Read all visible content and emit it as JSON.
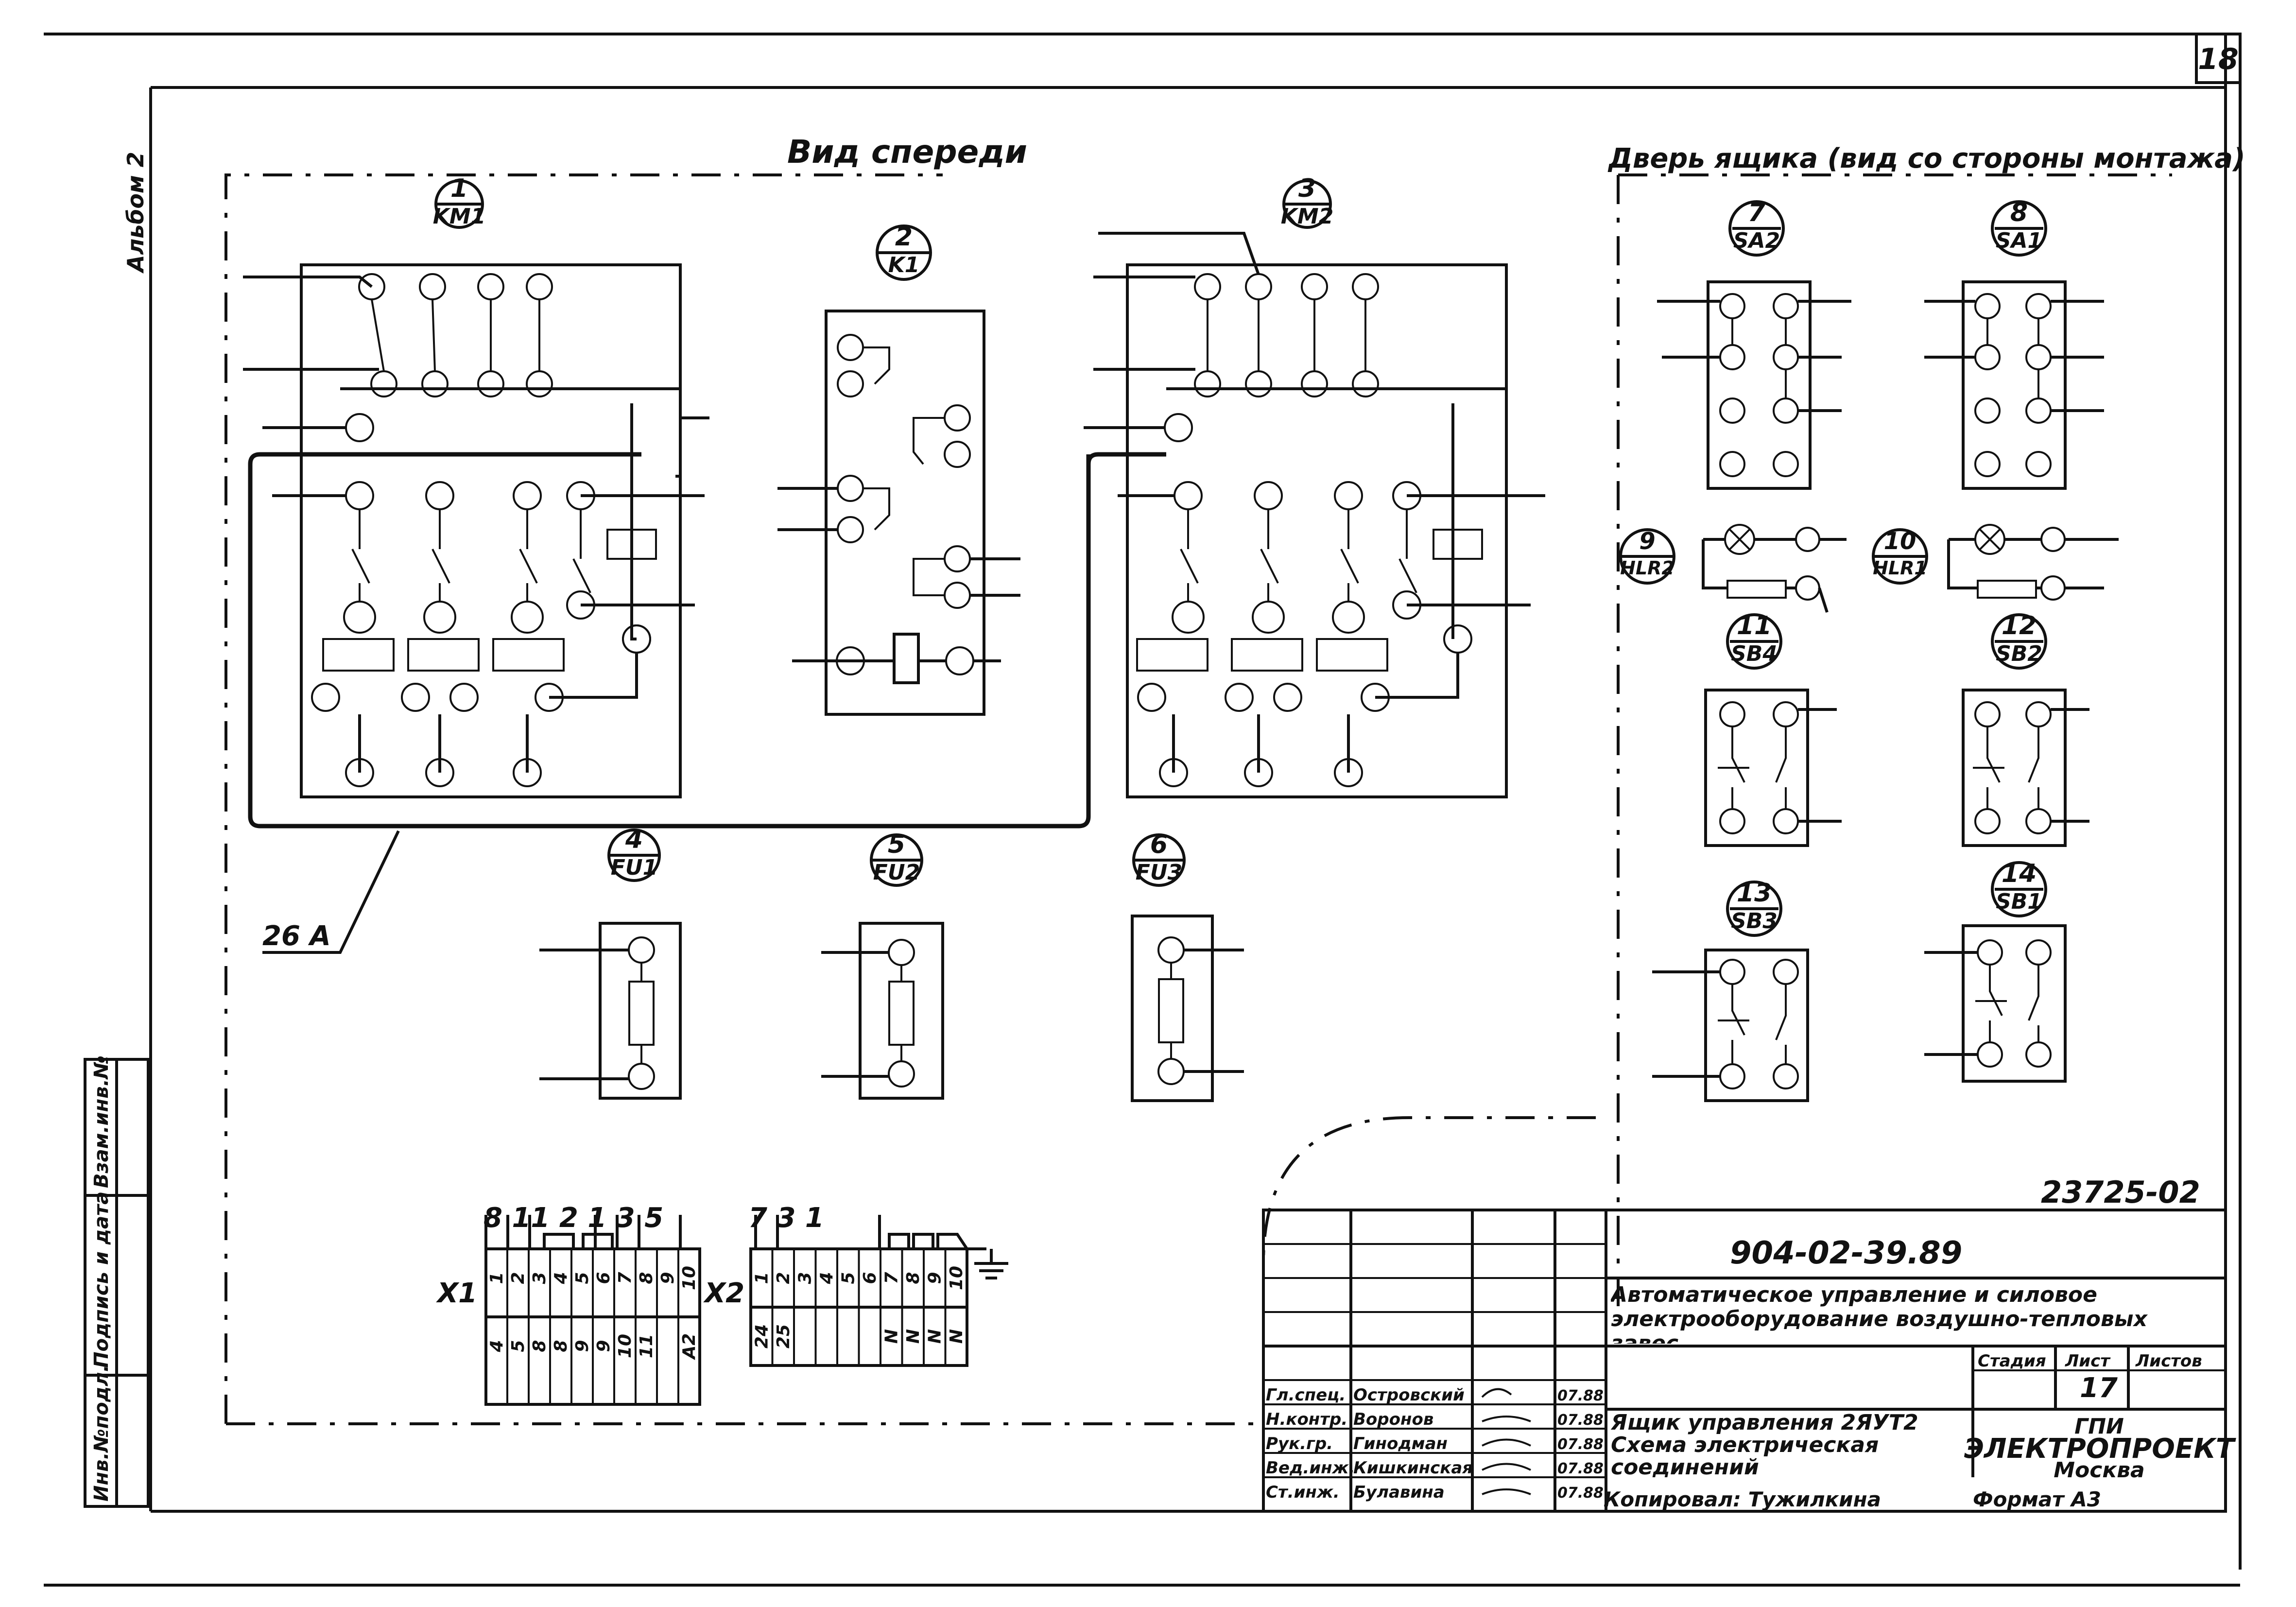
{
  "sheet": {
    "sheet_no": "18",
    "album_label": "Альбом 2",
    "inventory_stamp": [
      "Инв.№подл.",
      "Подпись и дата",
      "Взам.инв.№"
    ]
  },
  "views": {
    "front_title": "Вид спереди",
    "door_title": "Дверь ящика (вид со стороны монтажа)"
  },
  "devices": {
    "km1": {
      "num": "1",
      "code": "KM1"
    },
    "k1": {
      "num": "2",
      "code": "K1"
    },
    "km2": {
      "num": "3",
      "code": "KM2"
    },
    "fu1": {
      "num": "4",
      "code": "FU1"
    },
    "fu2": {
      "num": "5",
      "code": "FU2"
    },
    "fu3": {
      "num": "6",
      "code": "FU3"
    },
    "sa2": {
      "num": "7",
      "code": "SA2"
    },
    "sa1": {
      "num": "8",
      "code": "SA1"
    },
    "hlr2": {
      "num": "9",
      "code": "HLR2"
    },
    "hlr1": {
      "num": "10",
      "code": "HLR1"
    },
    "sb4": {
      "num": "11",
      "code": "SB4"
    },
    "sb2": {
      "num": "12",
      "code": "SB2"
    },
    "sb3": {
      "num": "13",
      "code": "SB3"
    },
    "sb1": {
      "num": "14",
      "code": "SB1"
    }
  },
  "bundle_label": "26 A",
  "terminal_strips": {
    "x1": {
      "label": "X1",
      "top_wires": "8 11 2 1 3 5",
      "cells": [
        "1",
        "2",
        "3",
        "4",
        "5",
        "6",
        "7",
        "8",
        "9",
        "10"
      ],
      "wires": [
        "4",
        "5",
        "8",
        "8",
        "9",
        "9",
        "10",
        "11",
        "",
        "A2"
      ]
    },
    "x2": {
      "label": "X2",
      "top_wires": "7 3 1",
      "cells": [
        "1",
        "2",
        "3",
        "4",
        "5",
        "6",
        "7",
        "8",
        "9",
        "10"
      ],
      "wires": [
        "24",
        "25",
        "",
        "",
        "",
        "",
        "N",
        "N",
        "N",
        "N"
      ]
    }
  },
  "title_block": {
    "doc_id_stamp": "23725-02",
    "doc_number": "904-02-39.89",
    "project_title": "Автоматическое управление и силовое электрооборудование воздушно-тепловых завес",
    "col_stage": "Стадия",
    "col_sheet": "Лист",
    "col_sheets": "Листов",
    "sheet_value": "17",
    "drawing_title": "Ящик управления 2ЯУТ2 Схема электрическая соединений",
    "org_line1": "ГПИ",
    "org_line2": "ЭЛЕКТРОПРОЕКТ",
    "org_line3": "Москва",
    "copied_by": "Копировал: Тужилкина",
    "format": "Формат А3",
    "people": [
      {
        "role": "Гл.спец.",
        "name": "Островский",
        "date": "07.88"
      },
      {
        "role": "Н.контр.",
        "name": "Воронов",
        "date": "07.88"
      },
      {
        "role": "Рук.гр.",
        "name": "Гинодман",
        "date": "07.88"
      },
      {
        "role": "Вед.инж.",
        "name": "Кишкинская",
        "date": "07.88"
      },
      {
        "role": "Ст.инж.",
        "name": "Булавина",
        "date": "07.88"
      }
    ]
  }
}
